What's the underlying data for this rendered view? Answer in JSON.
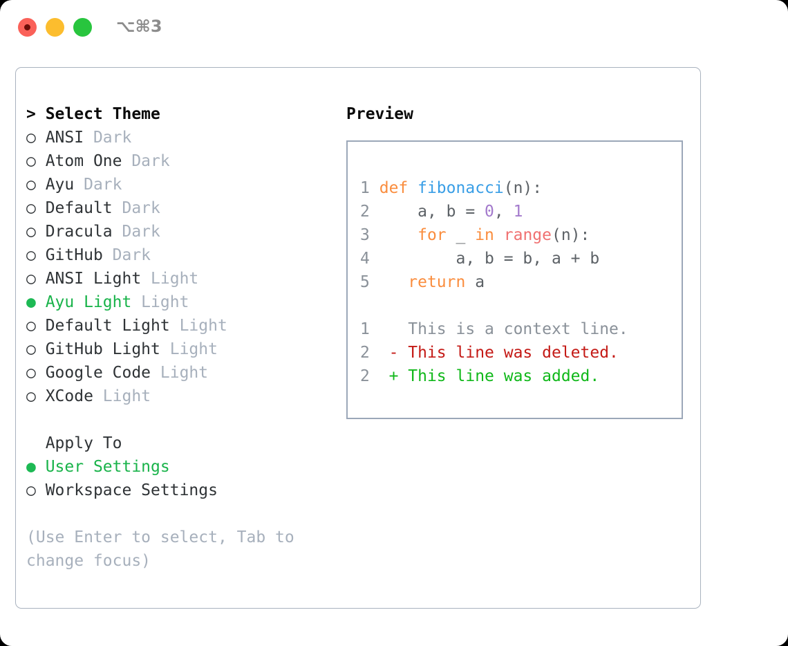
{
  "titlebar": {
    "shortcut": "⌥⌘3",
    "buttons": {
      "close": "close",
      "minimize": "minimize",
      "maximize": "maximize"
    }
  },
  "left_pane": {
    "header": "> Select Theme",
    "themes": [
      {
        "marker": "○ ",
        "name": "ANSI",
        "variant": " Dark",
        "selected": false
      },
      {
        "marker": "○ ",
        "name": "Atom One",
        "variant": " Dark",
        "selected": false
      },
      {
        "marker": "○ ",
        "name": "Ayu",
        "variant": " Dark",
        "selected": false
      },
      {
        "marker": "○ ",
        "name": "Default",
        "variant": " Dark",
        "selected": false
      },
      {
        "marker": "○ ",
        "name": "Dracula",
        "variant": " Dark",
        "selected": false
      },
      {
        "marker": "○ ",
        "name": "GitHub",
        "variant": " Dark",
        "selected": false
      },
      {
        "marker": "○ ",
        "name": "ANSI Light",
        "variant": " Light",
        "selected": false
      },
      {
        "marker": "● ",
        "name": "Ayu Light",
        "variant": " Light",
        "selected": true
      },
      {
        "marker": "○ ",
        "name": "Default Light",
        "variant": " Light",
        "selected": false
      },
      {
        "marker": "○ ",
        "name": "GitHub Light",
        "variant": " Light",
        "selected": false
      },
      {
        "marker": "○ ",
        "name": "Google Code",
        "variant": " Light",
        "selected": false
      },
      {
        "marker": "○ ",
        "name": "XCode",
        "variant": " Light",
        "selected": false
      }
    ],
    "apply_to_header": "  Apply To",
    "apply_to": [
      {
        "marker": "● ",
        "name": "User Settings",
        "selected": true
      },
      {
        "marker": "○ ",
        "name": "Workspace Settings",
        "selected": false
      }
    ],
    "hint": "(Use Enter to select, Tab to change focus)"
  },
  "right_pane": {
    "title": "Preview",
    "code_lines": [
      {
        "number": "1",
        "tokens": [
          {
            "text": "def ",
            "kind": "kw"
          },
          {
            "text": "fibonacci",
            "kind": "fn"
          },
          {
            "text": "(n):",
            "kind": "punct"
          }
        ]
      },
      {
        "number": "2",
        "tokens": [
          {
            "text": "    a, b = ",
            "kind": "txt"
          },
          {
            "text": "0",
            "kind": "num"
          },
          {
            "text": ", ",
            "kind": "txt"
          },
          {
            "text": "1",
            "kind": "num"
          }
        ]
      },
      {
        "number": "3",
        "tokens": [
          {
            "text": "    ",
            "kind": "txt"
          },
          {
            "text": "for",
            "kind": "kw"
          },
          {
            "text": " _ ",
            "kind": "txt"
          },
          {
            "text": "in",
            "kind": "kw"
          },
          {
            "text": " ",
            "kind": "txt"
          },
          {
            "text": "range",
            "kind": "bi"
          },
          {
            "text": "(n):",
            "kind": "punct"
          }
        ]
      },
      {
        "number": "4",
        "tokens": [
          {
            "text": "        a, b = b, a + b",
            "kind": "txt"
          }
        ]
      },
      {
        "number": "5",
        "tokens": [
          {
            "text": "   ",
            "kind": "txt"
          },
          {
            "text": "return",
            "kind": "kw"
          },
          {
            "text": " a",
            "kind": "txt"
          }
        ]
      }
    ],
    "diff_lines": [
      {
        "number": "1",
        "prefix": "  ",
        "text": "This is a context line.",
        "kind": "ctx"
      },
      {
        "number": "2",
        "prefix": "- ",
        "text": "This line was deleted.",
        "kind": "del"
      },
      {
        "number": "2",
        "prefix": "+ ",
        "text": "This line was added.",
        "kind": "add"
      }
    ]
  },
  "colors": {
    "accent_green": "#19B34A",
    "keyword_orange": "#FA8D3E",
    "function_blue": "#399EE6",
    "number_purple": "#A37ACC",
    "builtin_red": "#F07171",
    "muted_gray": "#A7B0BC",
    "diff_delete": "#C41A16",
    "diff_add": "#10B81A"
  }
}
